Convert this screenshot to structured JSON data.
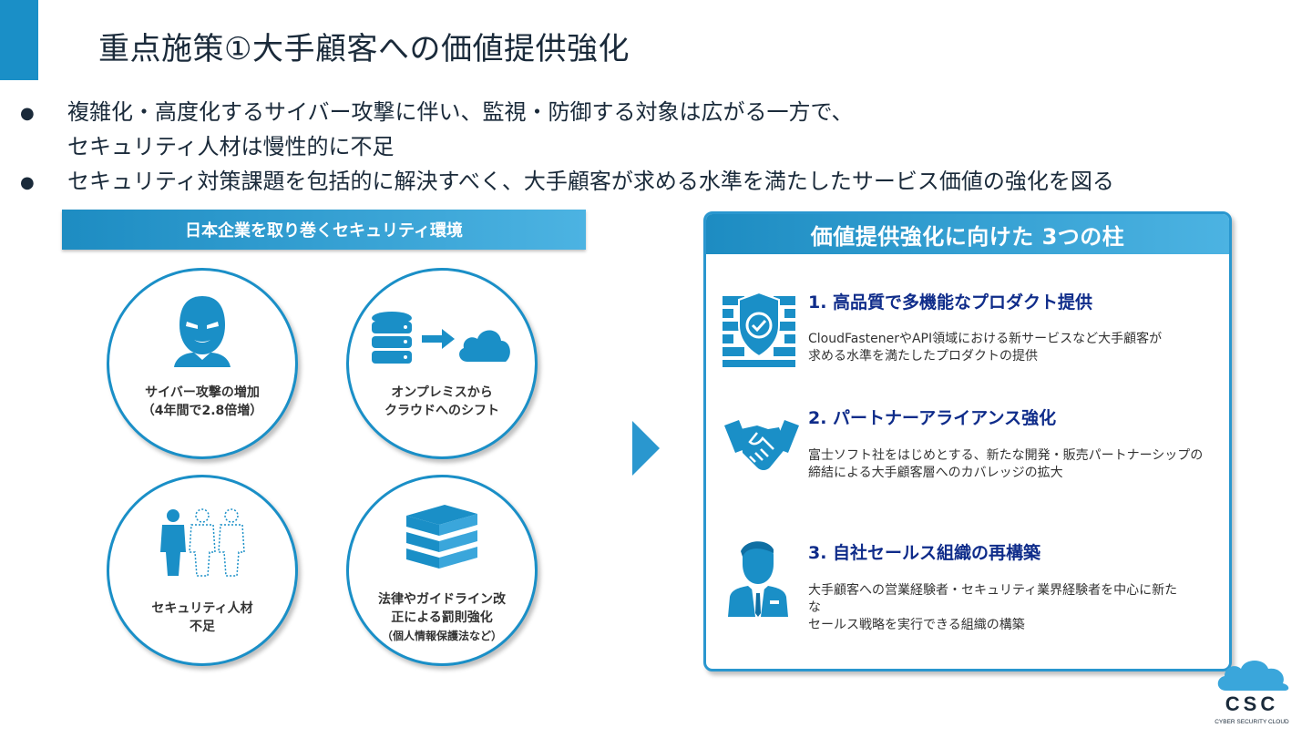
{
  "title": "重点施策①大手顧客への価値提供強化",
  "bullets": [
    {
      "line1": "複雑化・高度化するサイバー攻撃に伴い、監視・防御する対象は広がる一方で、",
      "line2": "セキュリティ人材は慢性的に不足"
    },
    {
      "line1": "セキュリティ対策課題を包括的に解決すべく、大手顧客が求める水準を満たしたサービス価値の強化を図る"
    }
  ],
  "environment": {
    "header": "日本企業を取り巻くセキュリティ環境",
    "items": [
      {
        "line1": "サイバー攻撃の増加",
        "line2": "（4年間で2.8倍増）",
        "icon": "hacker-icon"
      },
      {
        "line1": "オンプレミスから",
        "line2": "クラウドへのシフト",
        "icon": "server-to-cloud-icon"
      },
      {
        "line1": "セキュリティ人材",
        "line2": "不足",
        "icon": "people-shortage-icon"
      },
      {
        "line1": "法律やガイドライン改",
        "line2": "正による罰則強化",
        "line3": "（個人情報保護法など）",
        "icon": "books-icon"
      }
    ]
  },
  "pillars": {
    "header": "価値提供強化に向けた 3つの柱",
    "items": [
      {
        "title": "1. 高品質で多機能なプロダクト提供",
        "desc1": "CloudFastenerやAPI領域における新サービスなど大手顧客が",
        "desc2": "求める水準を満たしたプロダクトの提供",
        "icon": "firewall-shield-icon"
      },
      {
        "title": "2. パートナーアライアンス強化",
        "desc1": "富士ソフト社をはじめとする、新たな開発・販売パートナーシップの",
        "desc2": "締結による大手顧客層へのカバレッジの拡大",
        "icon": "handshake-icon"
      },
      {
        "title": "3. 自社セールス組織の再構築",
        "desc1": "大手顧客への営業経験者・セキュリティ業界経験者を中心に新た",
        "desc2": "な",
        "desc3": "セールス戦略を実行できる組織の構築",
        "icon": "salesperson-icon"
      }
    ]
  },
  "logo": {
    "text": "CSC",
    "subtext": "CYBER SECURITY CLOUD"
  },
  "colors": {
    "accent": "#1a8fc7",
    "pillar_title": "#0f2c8a"
  }
}
